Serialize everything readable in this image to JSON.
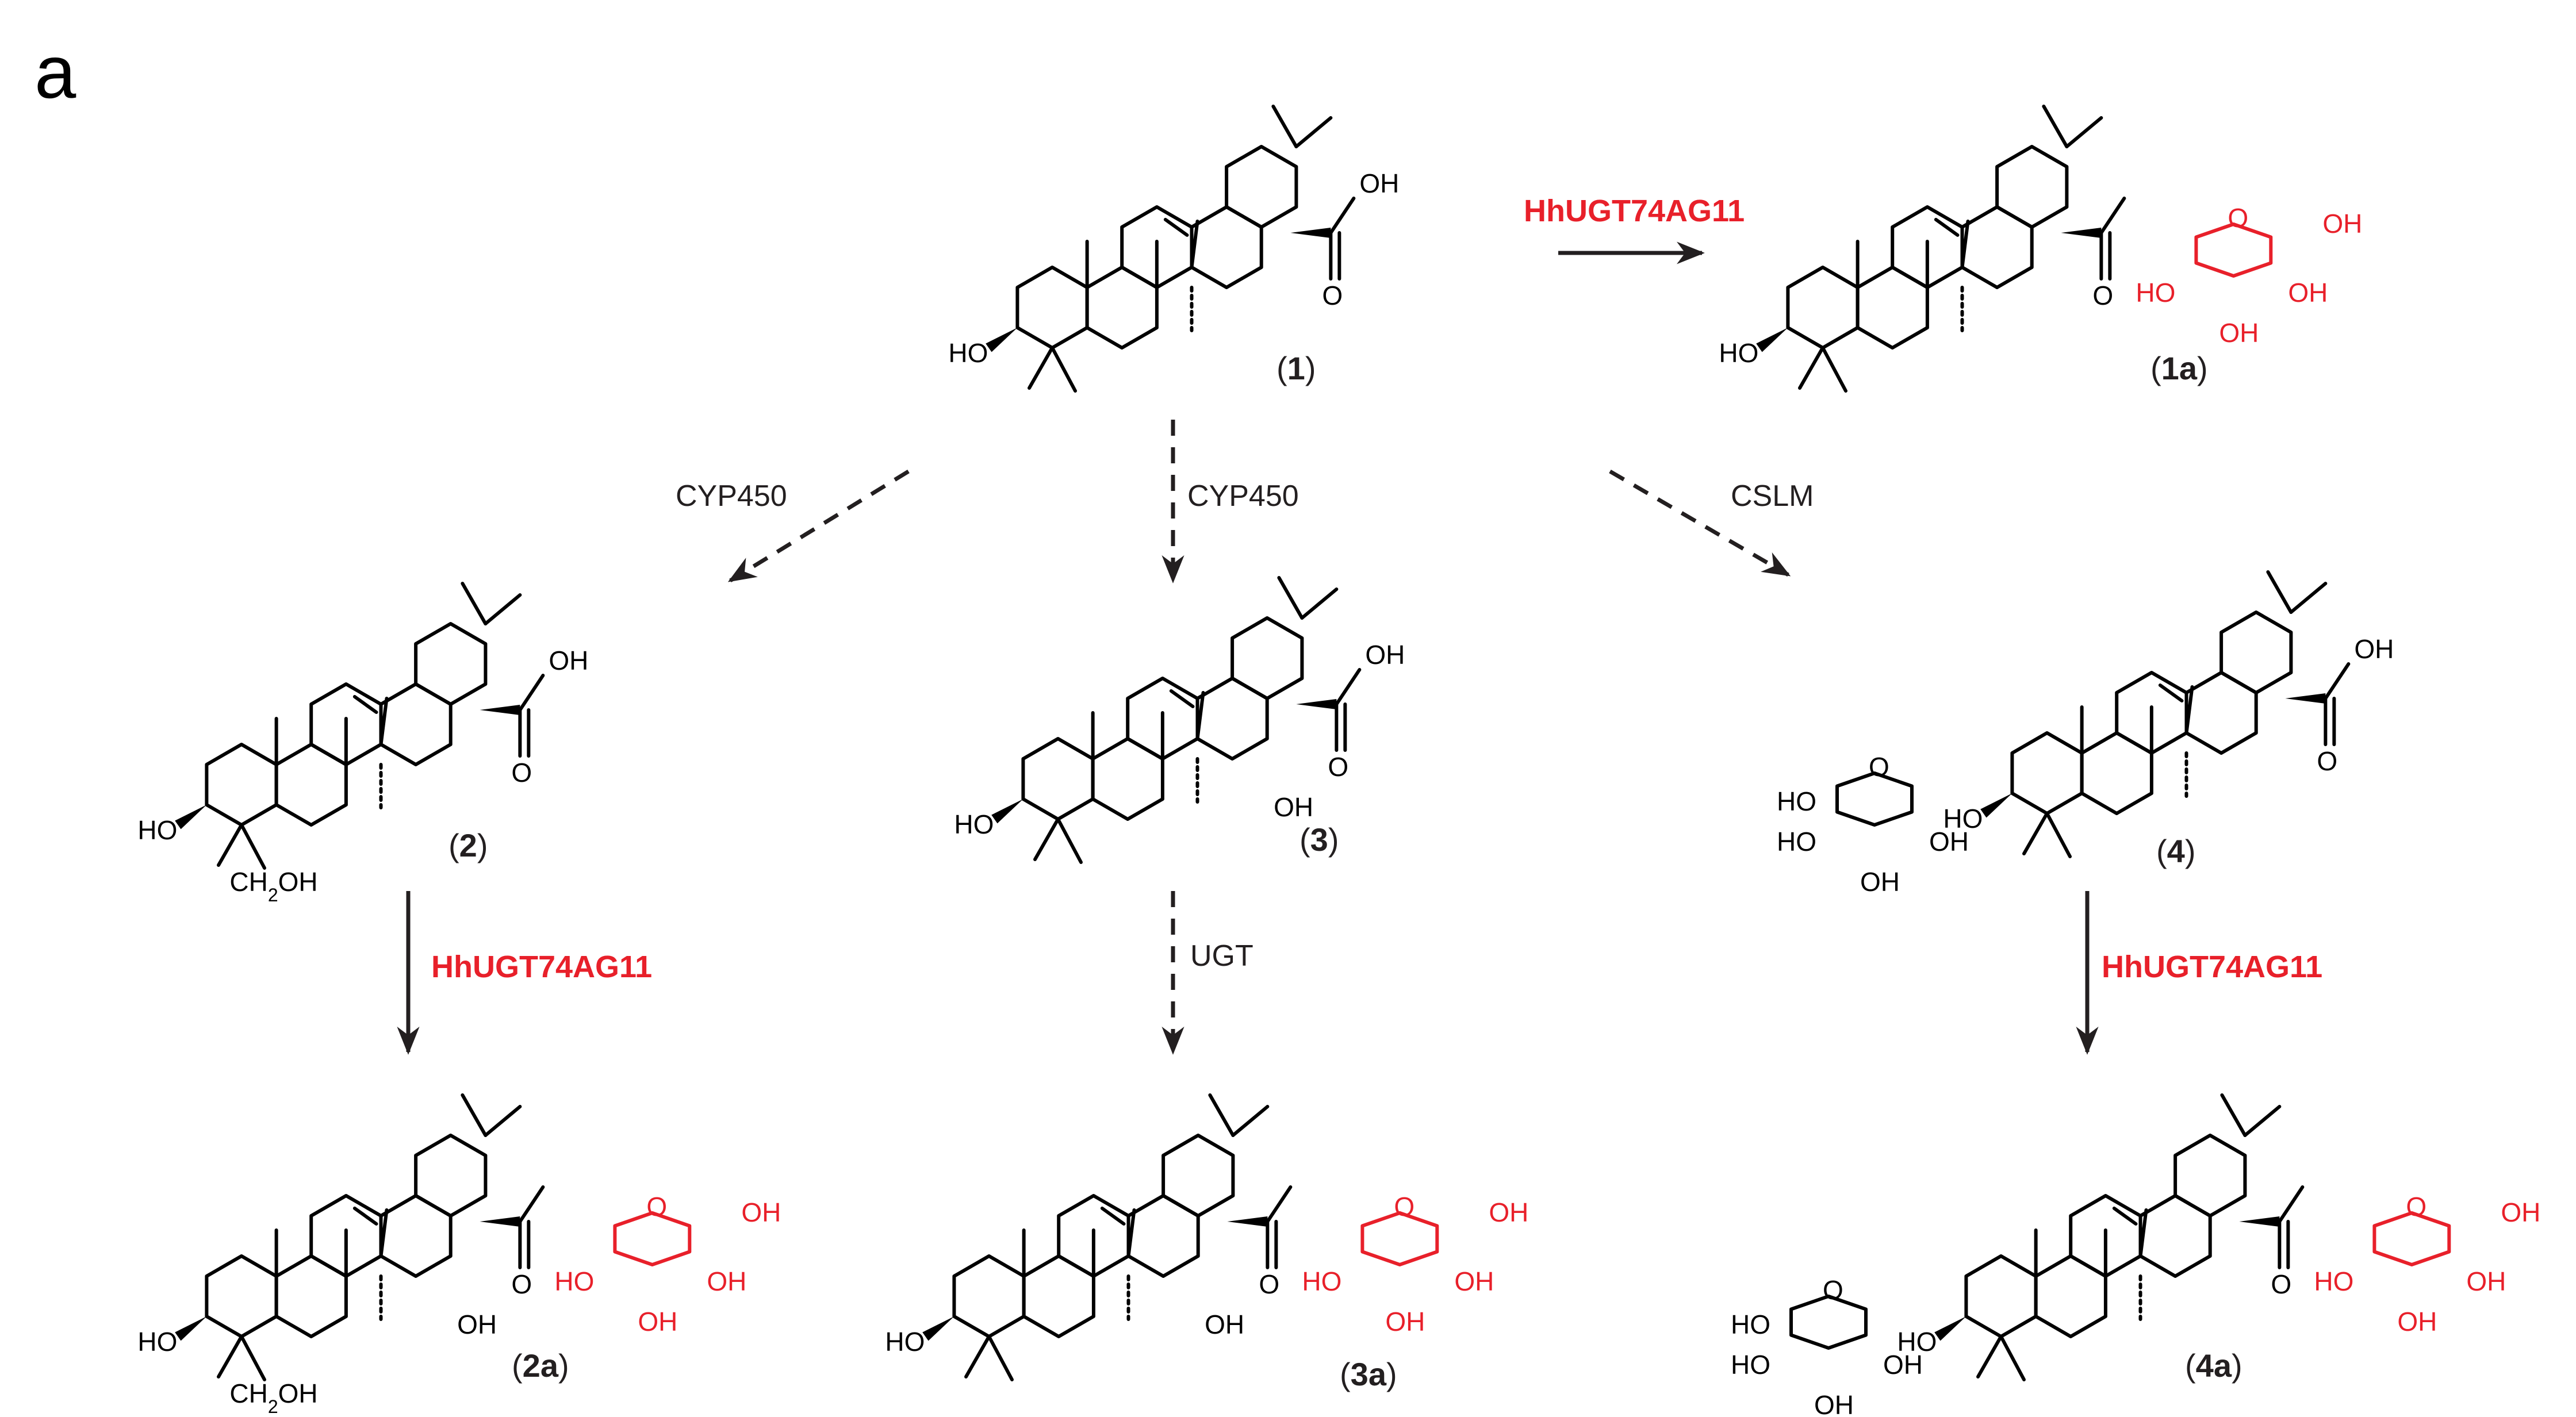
{
  "panel_label": "a",
  "colors": {
    "enzyme": "#e8202a",
    "sugar": "#e8202a",
    "skeleton": "#000000",
    "arrow": "#231f20",
    "label": "#231f20"
  },
  "enzyme_labels": {
    "to_1a": "HhUGT74AG11",
    "to_2a": "HhUGT74AG11",
    "to_4a": "HhUGT74AG11"
  },
  "step_labels": {
    "to_2": "CYP450",
    "to_3": "CYP450",
    "to_4": "CSLM",
    "to_3a": "UGT"
  },
  "compounds": [
    {
      "id": "c1",
      "num": "1",
      "suffix": ""
    },
    {
      "id": "c1a",
      "num": "1",
      "suffix": "a"
    },
    {
      "id": "c2",
      "num": "2",
      "suffix": ""
    },
    {
      "id": "c3",
      "num": "3",
      "suffix": ""
    },
    {
      "id": "c4",
      "num": "4",
      "suffix": ""
    },
    {
      "id": "c2a",
      "num": "2",
      "suffix": "a"
    },
    {
      "id": "c3a",
      "num": "3",
      "suffix": "a"
    },
    {
      "id": "c4a",
      "num": "4",
      "suffix": "a"
    }
  ],
  "atoms": {
    "oh": "OH",
    "ho": "HO",
    "o": "O",
    "ch2oh_a": "CH",
    "ch2oh_sub": "2",
    "ch2oh_b": "OH"
  }
}
